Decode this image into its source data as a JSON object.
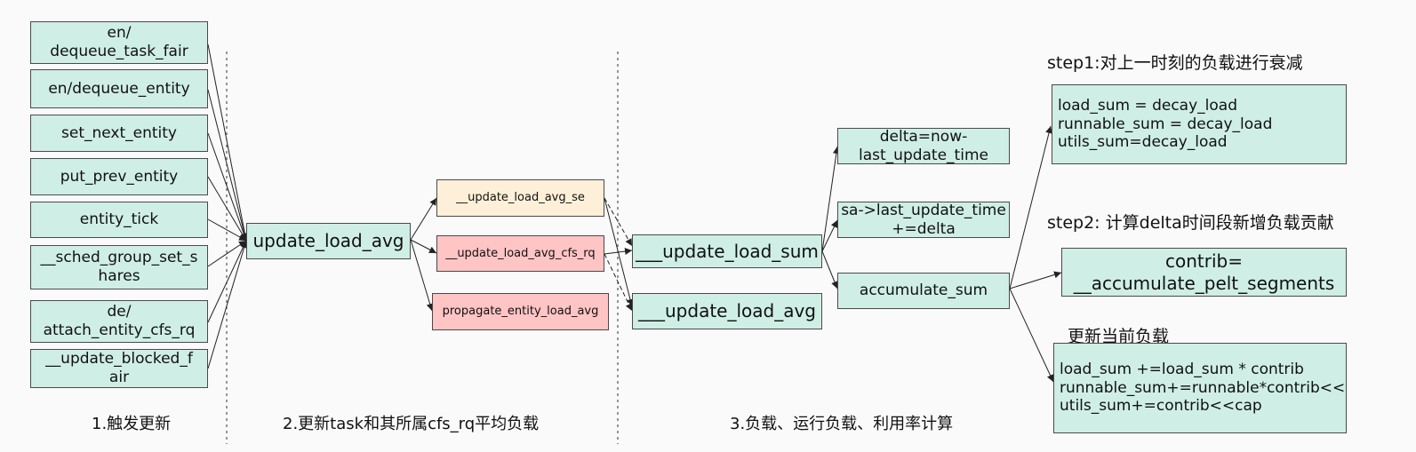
{
  "colors": {
    "node_fill": "#cfeee6",
    "update_load_avg_se_fill": "#fef0d8",
    "cfs_rq_fill": "#ffc4c4",
    "border": "#4a4a4a",
    "arrow": "#333333"
  },
  "triggers": [
    "en/\ndequeue_task_fair",
    "en/dequeue_entity",
    "set_next_entity",
    "put_prev_entity",
    "entity_tick",
    "__sched_group_set_s\nhares",
    "de/\nattach_entity_cfs_rq",
    "__update_blocked_f\nair"
  ],
  "update_load_avg": "update_load_avg",
  "mid": {
    "update_load_avg_se": "__update_load_avg_se",
    "update_load_avg_cfs_rq": "__update_load_avg_cfs_rq",
    "propagate_entity_load_avg": "propagate_entity_load_avg"
  },
  "core": {
    "update_load_sum": "___update_load_sum",
    "update_load_avg": "___update_load_avg"
  },
  "steps": {
    "delta": "delta=now-\nlast_update_time",
    "last_update": "sa->last_update_time\n+=delta",
    "accumulate": "accumulate_sum"
  },
  "right": {
    "step1_title": "step1:对上一时刻的负载进行衰减",
    "step1_body": "load_sum = decay_load\nrunnable_sum = decay_load\nutils_sum=decay_load",
    "step2_title": "step2: 计算delta时间段新增负载贡献",
    "contrib": "contrib=\n__accumulate_pelt_segments",
    "update_title": "更新当前负载",
    "update_body": "load_sum +=load_sum * contrib\nrunnable_sum+=runnable*contrib<<cap\nutils_sum+=contrib<<cap"
  },
  "sections": {
    "s1": "1.触发更新",
    "s2": "2.更新task和其所属cfs_rq平均负载",
    "s3": "3.负载、运行负载、利用率计算"
  }
}
